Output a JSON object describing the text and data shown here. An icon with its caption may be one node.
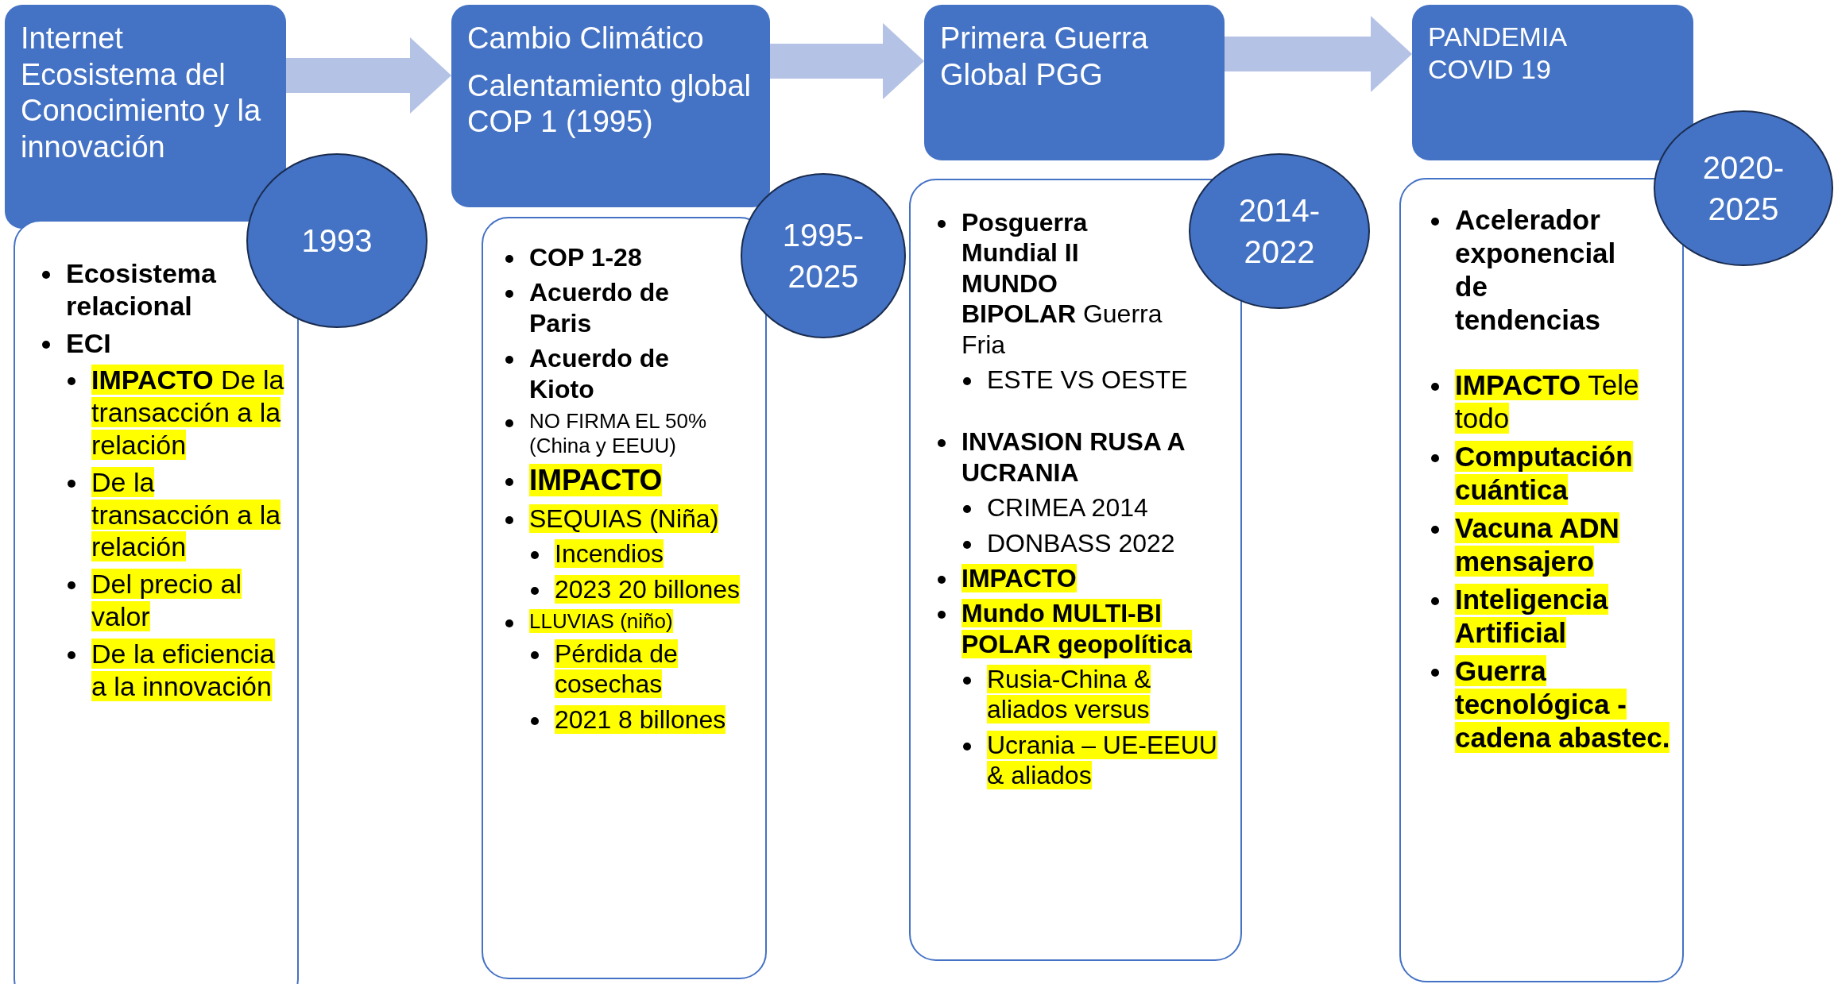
{
  "diagram": {
    "nodes": [
      {
        "text": [
          "Internet",
          "Ecosistema del Conocimiento y la innovación"
        ]
      },
      {
        "text": [
          "Ecosistema relacional",
          "ECI",
          "**IMPACTO** De la transacción a la relación",
          "De la transacción a la relación",
          "Del precio al valor",
          "De la eficiencia a la innovación"
        ]
      },
      {
        "text": [
          "1993"
        ]
      },
      {
        "text": [
          "Cambio Climático",
          "Calentamiento global",
          "COP 1 (1995)"
        ]
      },
      {
        "text": [
          "COP 1-28",
          "Acuerdo de Paris",
          "Acuerdo de Kioto",
          "NO FIRMA EL 50% (China y EEUU)",
          "IMPACTO",
          "SEQUIAS (Niña)",
          "Incendios",
          "2023 20 billones",
          "LLUVIAS (niño)",
          "Pérdida de cosechas",
          "2021 8 billones"
        ]
      },
      {
        "text": [
          "1995-2025"
        ]
      },
      {
        "text": [
          "Primera Guerra Global PGG"
        ]
      },
      {
        "text": [
          "**Posguerra Mundial II MUNDO BIPOLAR** Guerra Fria",
          "ESTE VS OESTE",
          "INVASION RUSA A UCRANIA",
          "CRIMEA 2014",
          "DONBASS 2022",
          "IMPACTO",
          "Mundo MULTI-BI POLAR geopolítica",
          "Rusia-China & aliados versus",
          "Ucrania – UE-EEUU & aliados"
        ]
      },
      {
        "text": [
          "2014-2022"
        ]
      },
      {
        "text": [
          "PANDEMIA",
          "COVID 19"
        ]
      },
      {
        "text": [
          "Acelerador exponencial de tendencias",
          "**IMPACTO** Tele todo",
          "Computación cuántica",
          "Vacuna ADN mensajero",
          "Inteligencia Artificial",
          "Guerra tecnológica - cadena abastec."
        ]
      },
      {
        "text": [
          "2020-2025"
        ]
      }
    ],
    "edges": [
      {
        "from": 0,
        "to": 3,
        "arrow": "to"
      },
      {
        "from": 3,
        "to": 6,
        "arrow": "to"
      },
      {
        "from": 6,
        "to": 9,
        "arrow": "to"
      }
    ]
  }
}
